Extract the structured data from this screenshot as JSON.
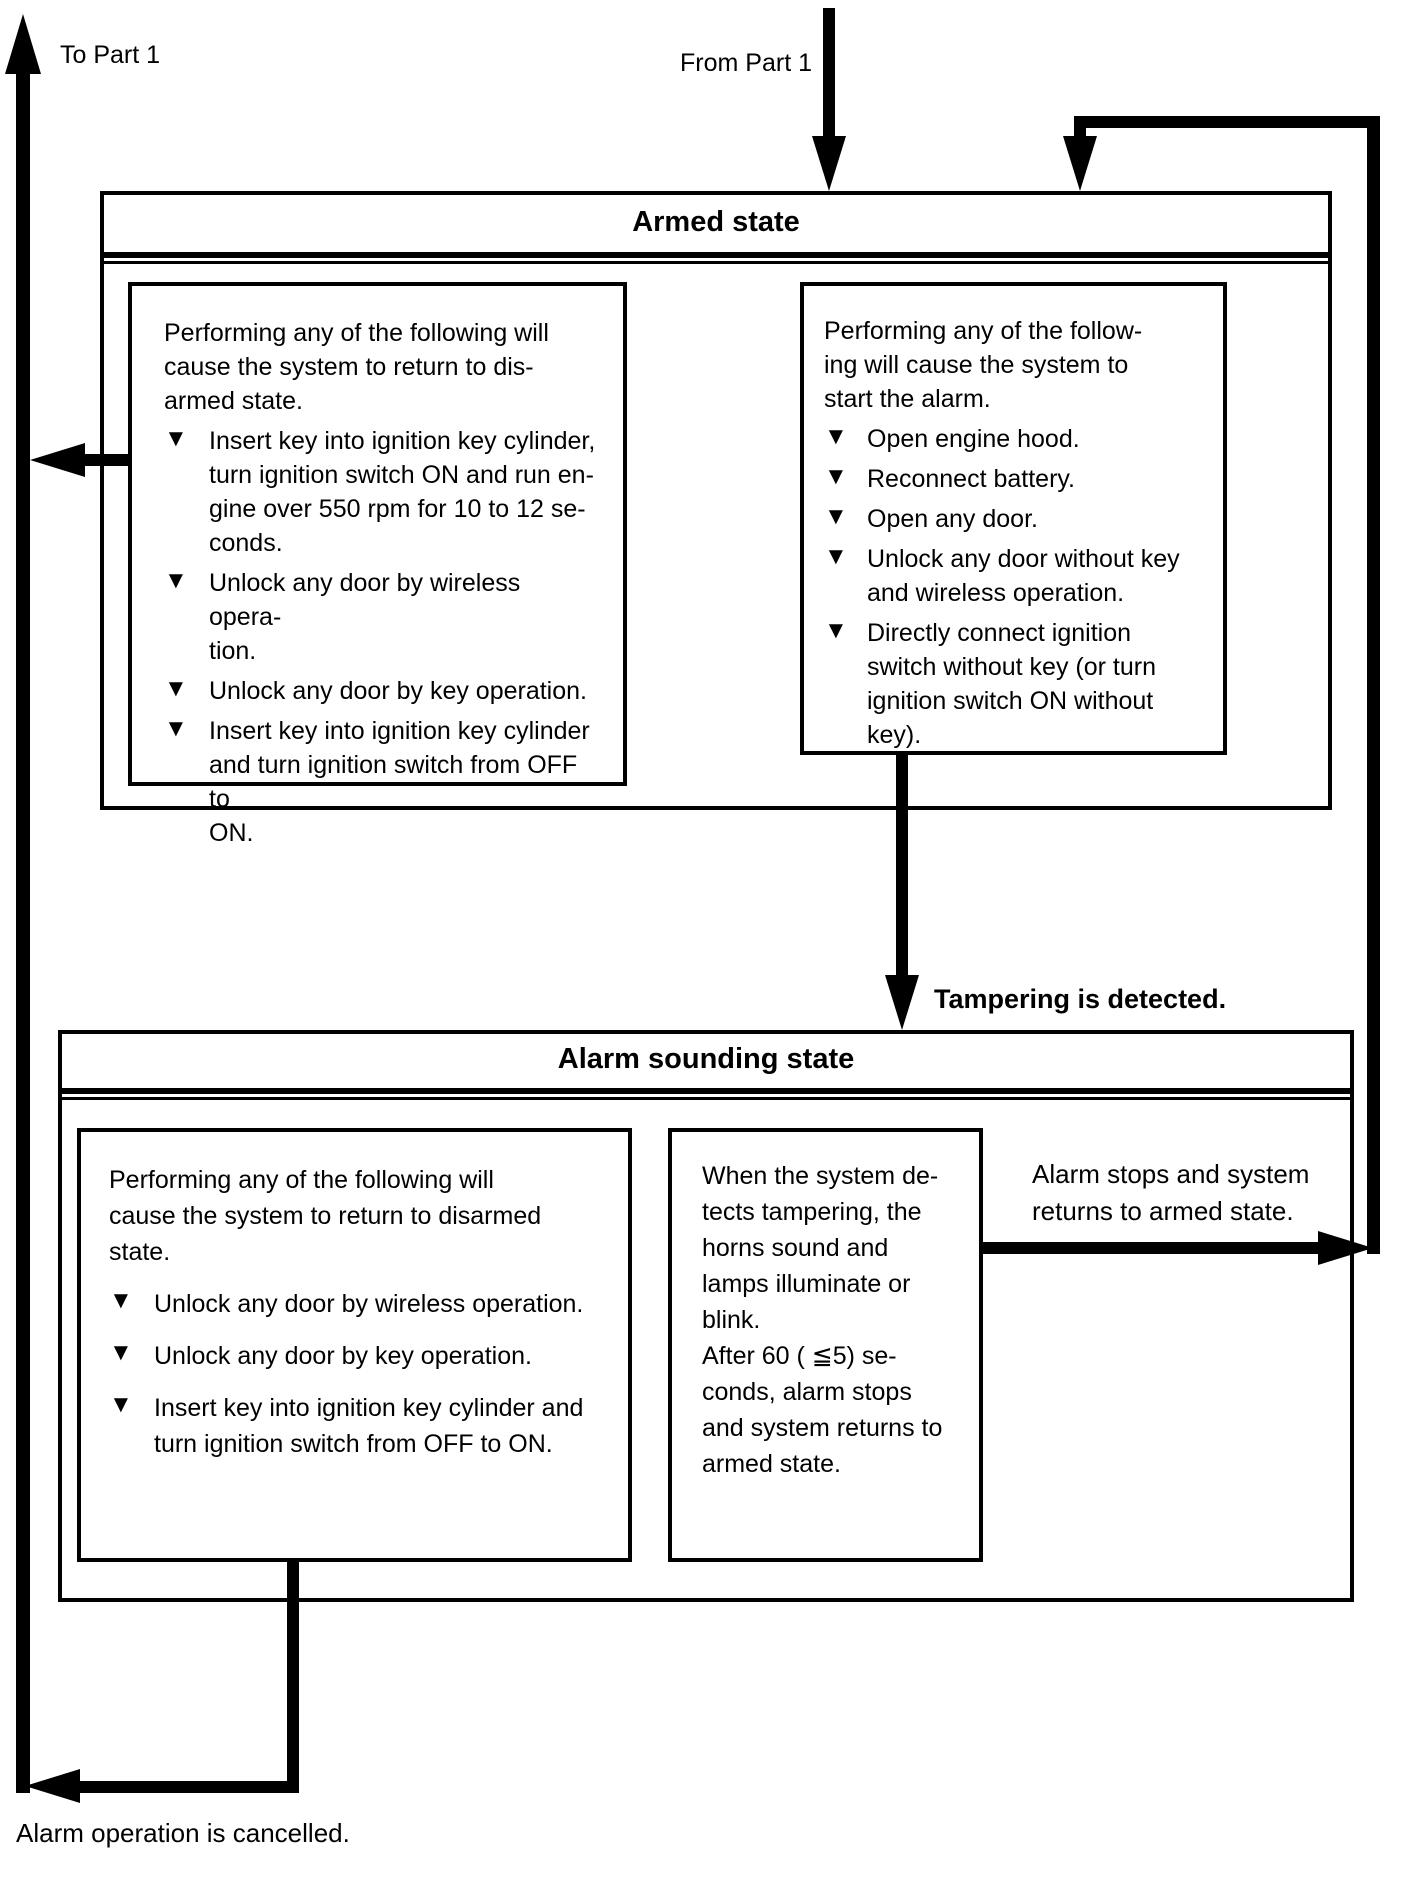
{
  "colors": {
    "ink": "#000000",
    "background": "#ffffff"
  },
  "glyphs": {
    "bullet": "▼"
  },
  "labels": {
    "to_part1": "To Part 1",
    "from_part1": "From Part 1",
    "tampering": "Tampering is detected.",
    "alarm_stops": "Alarm stops and system\nreturns to armed state.",
    "cancelled": "Alarm operation is cancelled."
  },
  "armed": {
    "title": "Armed state",
    "left_box": {
      "intro": "Performing any of the following will\ncause the system to return to dis-\narmed state.",
      "bullets": [
        "Insert key into ignition key cylinder,\nturn ignition switch ON and run en-\ngine over 550 rpm for 10 to 12 se-\nconds.",
        "Unlock any door by wireless opera-\ntion.",
        "Unlock any door by key operation.",
        "Insert key into ignition key cylinder\nand turn ignition switch from OFF to\nON."
      ]
    },
    "right_box": {
      "intro": "Performing any of the follow-\ning will cause the system to\nstart the alarm.",
      "bullets": [
        "Open engine hood.",
        "Reconnect battery.",
        "Open any door.",
        "Unlock any door without key\nand wireless operation.",
        "Directly connect ignition\nswitch without key (or turn\nignition switch ON without\nkey)."
      ]
    }
  },
  "alarm": {
    "title": "Alarm sounding state",
    "left_box": {
      "intro": "Performing any of the following will\ncause the system to return to disarmed\nstate.",
      "bullets": [
        "Unlock any door by wireless operation.",
        "Unlock any door by key operation.",
        "Insert key into ignition key cylinder and\nturn ignition switch from OFF to ON."
      ]
    },
    "middle_box": {
      "text": "When the system de-\ntects tampering, the\nhorns sound and\nlamps illuminate or\nblink.\nAfter 60 ( ≦5) se-\nconds, alarm stops\nand system returns to\narmed state."
    }
  }
}
